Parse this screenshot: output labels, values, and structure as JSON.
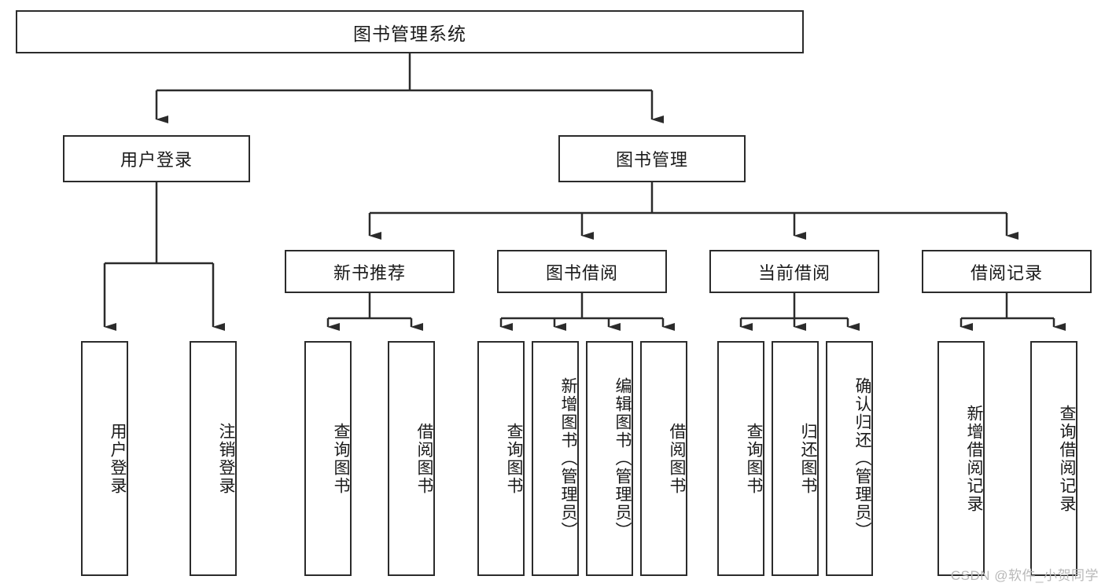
{
  "diagram": {
    "title": "图书管理系统",
    "type": "hierarchy-tree",
    "levels": 4,
    "root": {
      "label": "图书管理系统"
    },
    "level2": [
      {
        "label": "用户登录"
      },
      {
        "label": "图书管理"
      }
    ],
    "level3": [
      {
        "label": "新书推荐"
      },
      {
        "label": "图书借阅"
      },
      {
        "label": "当前借阅"
      },
      {
        "label": "借阅记录"
      }
    ],
    "leaves": [
      {
        "label": "用户登录",
        "parent": "用户登录"
      },
      {
        "label": "注销登录",
        "parent": "用户登录"
      },
      {
        "label": "查询图书",
        "parent": "新书推荐"
      },
      {
        "label": "借阅图书",
        "parent": "新书推荐"
      },
      {
        "label": "查询图书",
        "parent": "图书借阅"
      },
      {
        "label": "新增图书（管理员）",
        "parent": "图书借阅"
      },
      {
        "label": "编辑图书（管理员）",
        "parent": "图书借阅"
      },
      {
        "label": "借阅图书",
        "parent": "图书借阅"
      },
      {
        "label": "查询图书",
        "parent": "当前借阅"
      },
      {
        "label": "归还图书",
        "parent": "当前借阅"
      },
      {
        "label": "确认归还（管理员）",
        "parent": "当前借阅"
      },
      {
        "label": "新增借阅记录",
        "parent": "借阅记录"
      },
      {
        "label": "查询借阅记录",
        "parent": "借阅记录"
      }
    ]
  },
  "watermark": {
    "text": "CSDN @软件_小贺同学"
  },
  "colors": {
    "stroke": "#2b2b2b",
    "background": "#ffffff",
    "text": "#1a1a1a",
    "watermark": "#b8b8b8"
  }
}
